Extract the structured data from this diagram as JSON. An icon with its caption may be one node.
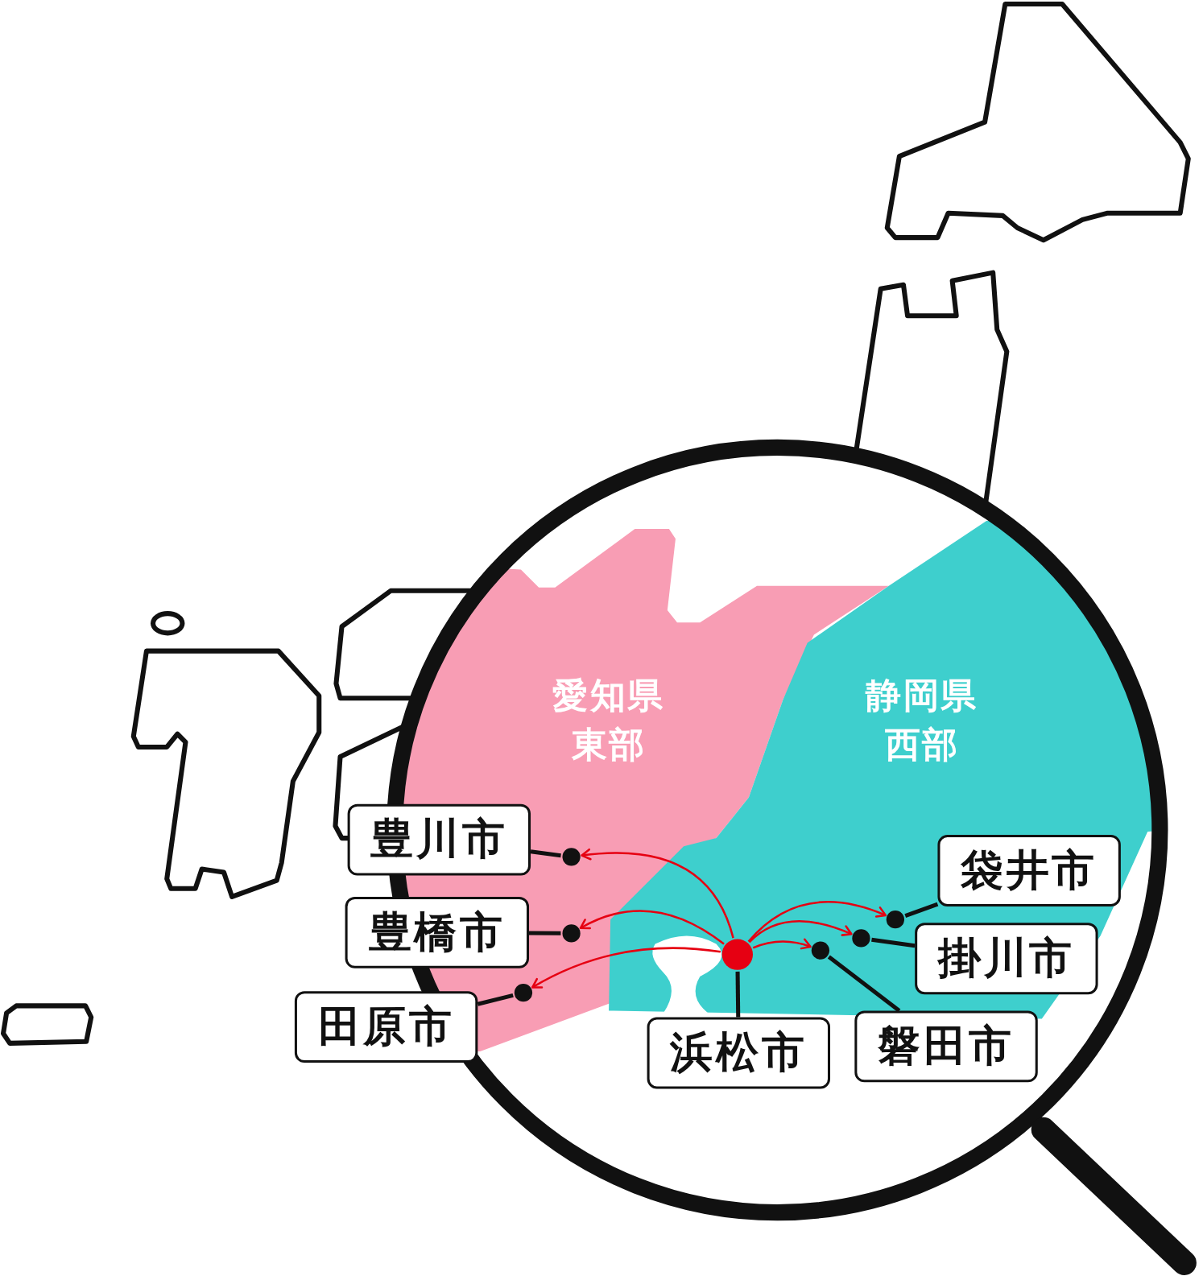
{
  "diagram": {
    "nodes": [
      {
        "text": [
          "豊川市"
        ]
      },
      {
        "text": [
          "豊橋市"
        ]
      },
      {
        "text": [
          "田原市"
        ]
      },
      {
        "text": [
          "浜松市"
        ]
      },
      {
        "text": [
          "磐田市"
        ]
      },
      {
        "text": [
          "掛川市"
        ]
      },
      {
        "text": [
          "袋井市"
        ]
      },
      {
        "text": [],
        "shape": "circle"
      },
      {
        "text": [],
        "shape": "circle"
      },
      {
        "text": [],
        "shape": "circle"
      },
      {
        "text": [],
        "shape": "circle"
      },
      {
        "text": [],
        "shape": "circle"
      },
      {
        "text": [],
        "shape": "circle"
      },
      {
        "text": [],
        "shape": "circle"
      }
    ],
    "edges": [
      {
        "from": 0,
        "to": 7,
        "arrow": "none"
      },
      {
        "from": 1,
        "to": 8,
        "arrow": "none"
      },
      {
        "from": 2,
        "to": 9,
        "arrow": "none"
      },
      {
        "from": 3,
        "to": 10,
        "arrow": "none"
      },
      {
        "from": 4,
        "to": 11,
        "arrow": "none"
      },
      {
        "from": 5,
        "to": 12,
        "arrow": "none"
      },
      {
        "from": 6,
        "to": 13,
        "arrow": "none"
      },
      {
        "from": 10,
        "to": 7,
        "arrow": "to",
        "color": "#e60012"
      },
      {
        "from": 10,
        "to": 8,
        "arrow": "to",
        "color": "#e60012"
      },
      {
        "from": 10,
        "to": 9,
        "arrow": "to",
        "color": "#e60012"
      },
      {
        "from": 10,
        "to": 11,
        "arrow": "to",
        "color": "#e60012"
      },
      {
        "from": 10,
        "to": 12,
        "arrow": "to",
        "color": "#e60012"
      },
      {
        "from": 10,
        "to": 13,
        "arrow": "to",
        "color": "#e60012"
      }
    ],
    "labels": [
      "愛知県東部",
      "静岡県西部"
    ]
  }
}
